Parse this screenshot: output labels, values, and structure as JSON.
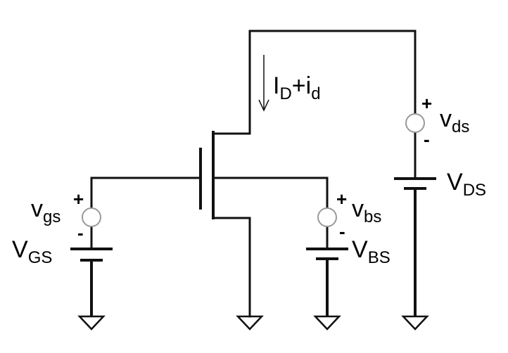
{
  "components": {
    "drain_current": {
      "main": "I",
      "sub1": "D",
      "plus": "+i",
      "sub2": "d"
    },
    "vgs_source": {
      "main": "v",
      "sub": "gs",
      "plus": "+",
      "minus": "-"
    },
    "VGS_battery": {
      "main": "V",
      "sub": "GS"
    },
    "vbs_source": {
      "main": "v",
      "sub": "bs",
      "plus": "+",
      "minus": "-"
    },
    "VBS_battery": {
      "main": "V",
      "sub": "BS"
    },
    "vds_source": {
      "main": "v",
      "sub": "ds",
      "plus": "+",
      "minus": "-"
    },
    "VDS_battery": {
      "main": "V",
      "sub": "DS"
    }
  },
  "colors": {
    "wire": "#111111",
    "source_outline": "#999999",
    "background": "#ffffff"
  }
}
